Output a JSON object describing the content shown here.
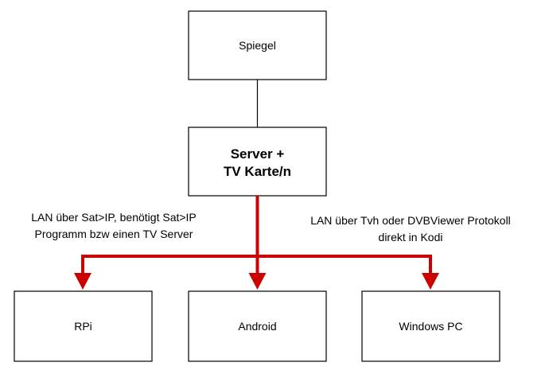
{
  "nodes": {
    "spiegel": {
      "label": "Spiegel"
    },
    "server": {
      "label_line1": "Server +",
      "label_line2": "TV Karte/n"
    },
    "rpi": {
      "label": "RPi"
    },
    "android": {
      "label": "Android"
    },
    "windows": {
      "label": "Windows PC"
    }
  },
  "edge_labels": {
    "left_line1": "LAN über Sat>IP, benötigt Sat>IP",
    "left_line2": "Programm bzw einen TV Server",
    "right_line1": "LAN über Tvh oder DVBViewer Protokoll",
    "right_line2": "direkt in Kodi"
  },
  "colors": {
    "connector_red": "#cc0000",
    "box_border": "#000000"
  }
}
